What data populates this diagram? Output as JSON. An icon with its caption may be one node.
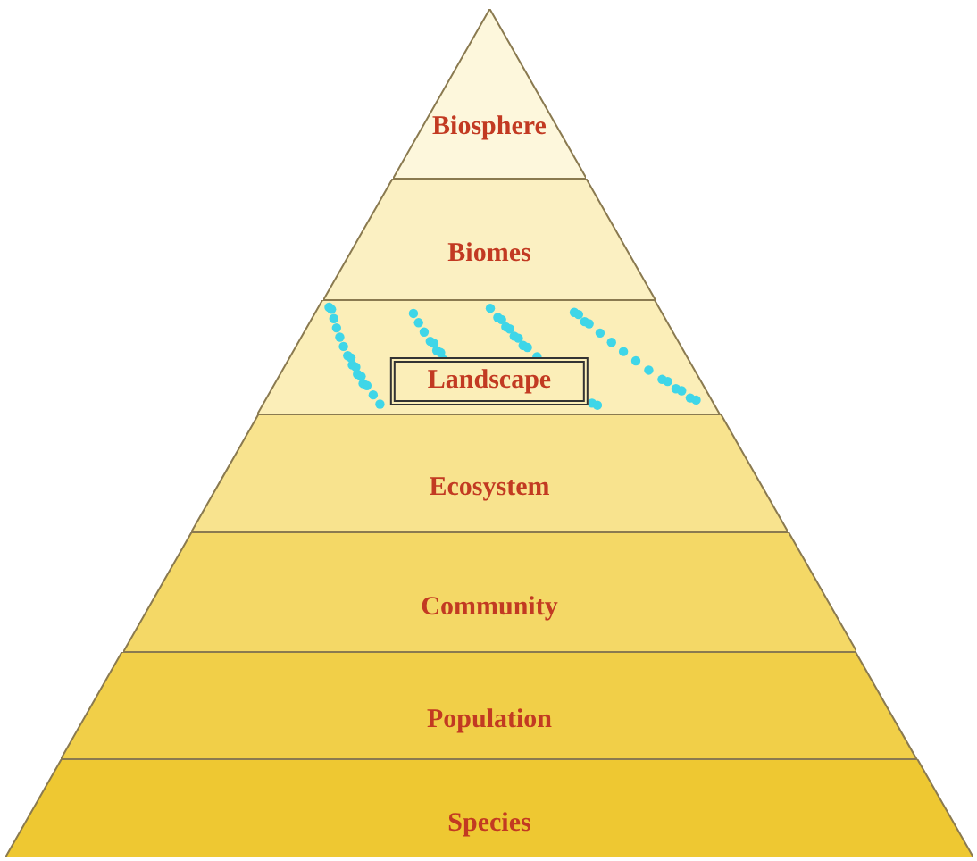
{
  "diagram": {
    "nodes": [
      {
        "text": [
          "Biosphere"
        ]
      },
      {
        "text": [
          "Biomes"
        ]
      },
      {
        "text": [
          "Landscape"
        ]
      },
      {
        "text": [
          "Ecosystem"
        ]
      },
      {
        "text": [
          "Community"
        ]
      },
      {
        "text": [
          "Population"
        ]
      },
      {
        "text": [
          "Species"
        ]
      }
    ]
  }
}
